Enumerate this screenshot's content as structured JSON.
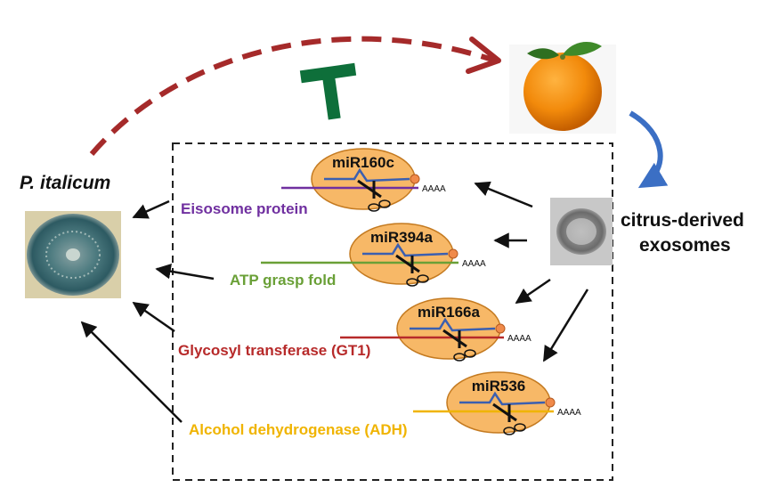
{
  "organism_label": "P. italicum",
  "exosome_label_line1": "citrus-derived",
  "exosome_label_line2": "exosomes",
  "inhibition_symbol": "T",
  "targets": [
    {
      "mirna": "miR160c",
      "gene": "Eisosome protein",
      "color": "#7030a0",
      "polyA": "AAAA"
    },
    {
      "mirna": "miR394a",
      "gene": "ATP grasp fold",
      "color": "#6aa037",
      "polyA": "AAAA"
    },
    {
      "mirna": "miR166a",
      "gene": "Glycosyl transferase (GT1)",
      "color": "#b72a2a",
      "polyA": "AAAA"
    },
    {
      "mirna": "miR536",
      "gene": "Alcohol dehydrogenase (ADH)",
      "color": "#f0b400",
      "polyA": "AAAA"
    }
  ],
  "colors": {
    "dashed_arc": "#a52a2a",
    "inhibition": "#0e6f3a",
    "blue_arrow": "#3b6fc4",
    "ellipse_fill": "#f7b867",
    "ellipse_stroke": "#c47a20",
    "mirna_strand": "#3b5fb0"
  }
}
